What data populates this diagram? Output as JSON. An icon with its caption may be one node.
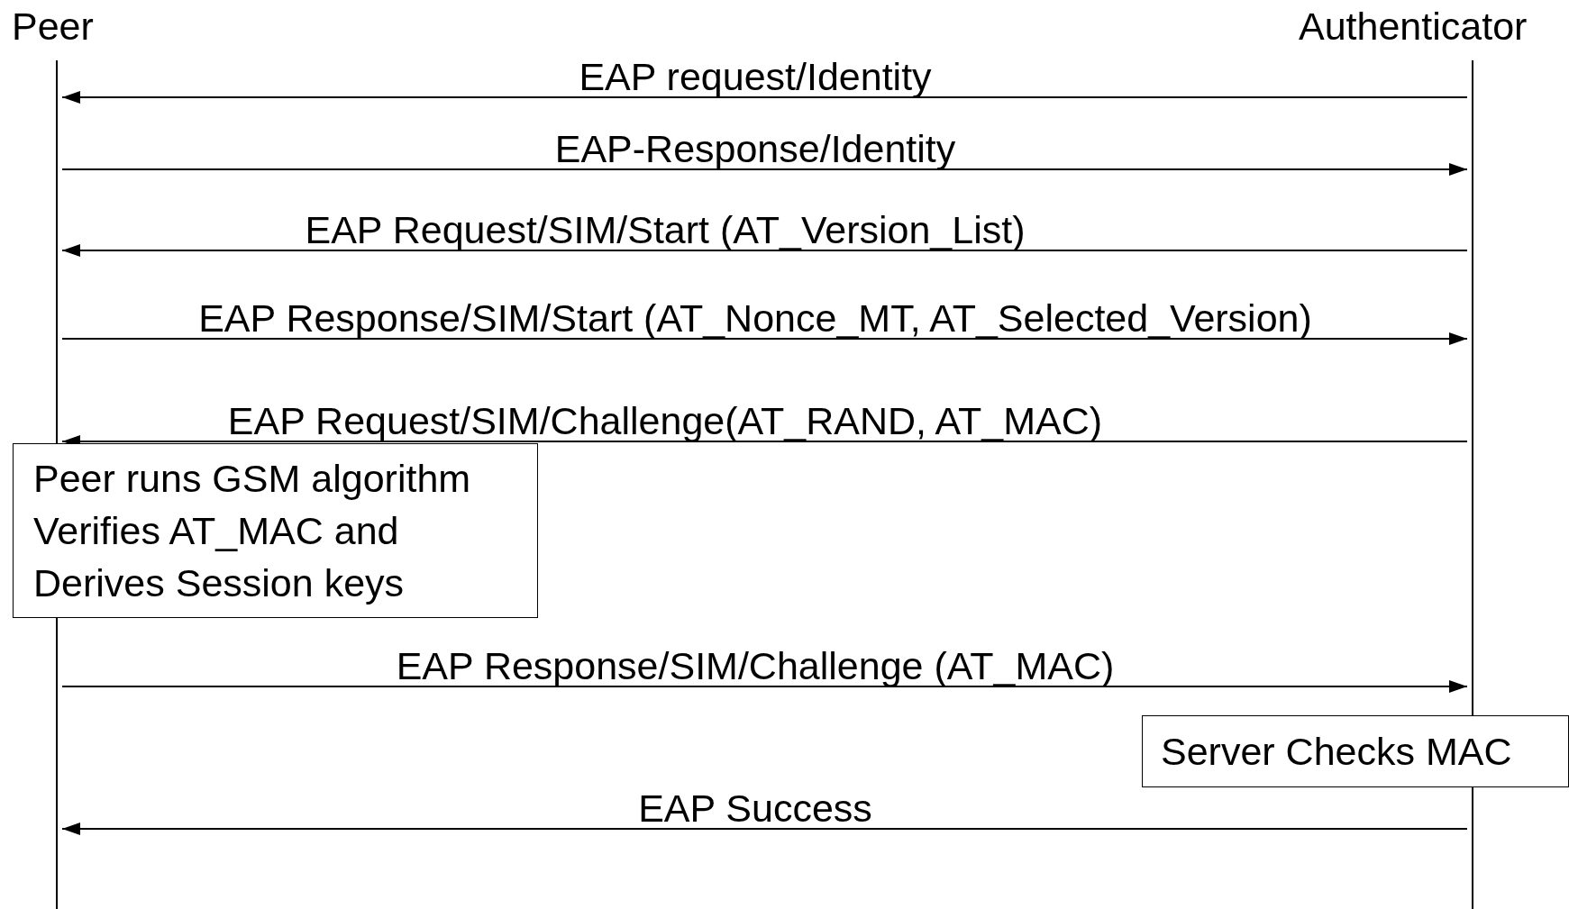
{
  "diagram": {
    "nodes": [
      {
        "text": [
          "Peer"
        ]
      },
      {
        "text": [
          "Authenticator"
        ]
      },
      {
        "text": [
          "Peer runs GSM algorithm Verifies AT_MAC and Derives Session keys"
        ]
      },
      {
        "text": [
          "Server Checks MAC"
        ]
      }
    ],
    "edges": [
      {
        "from": 1,
        "to": 0,
        "arrow": "to",
        "label": "EAP request/Identity"
      },
      {
        "from": 0,
        "to": 1,
        "arrow": "to",
        "label": "EAP-Response/Identity"
      },
      {
        "from": 1,
        "to": 0,
        "arrow": "to",
        "label": "EAP Request/SIM/Start (AT_Version_List)"
      },
      {
        "from": 0,
        "to": 1,
        "arrow": "to",
        "label": "EAP Response/SIM/Start (AT_Nonce_MT, AT_Selected_Version)"
      },
      {
        "from": 1,
        "to": 0,
        "arrow": "to",
        "label": "EAP Request/SIM/Challenge(AT_RAND, AT_MAC)"
      },
      {
        "from": 0,
        "to": 1,
        "arrow": "to",
        "label": "EAP Response/SIM/Challenge (AT_MAC)"
      },
      {
        "from": 1,
        "to": 0,
        "arrow": "to",
        "label": "EAP Success"
      }
    ]
  }
}
